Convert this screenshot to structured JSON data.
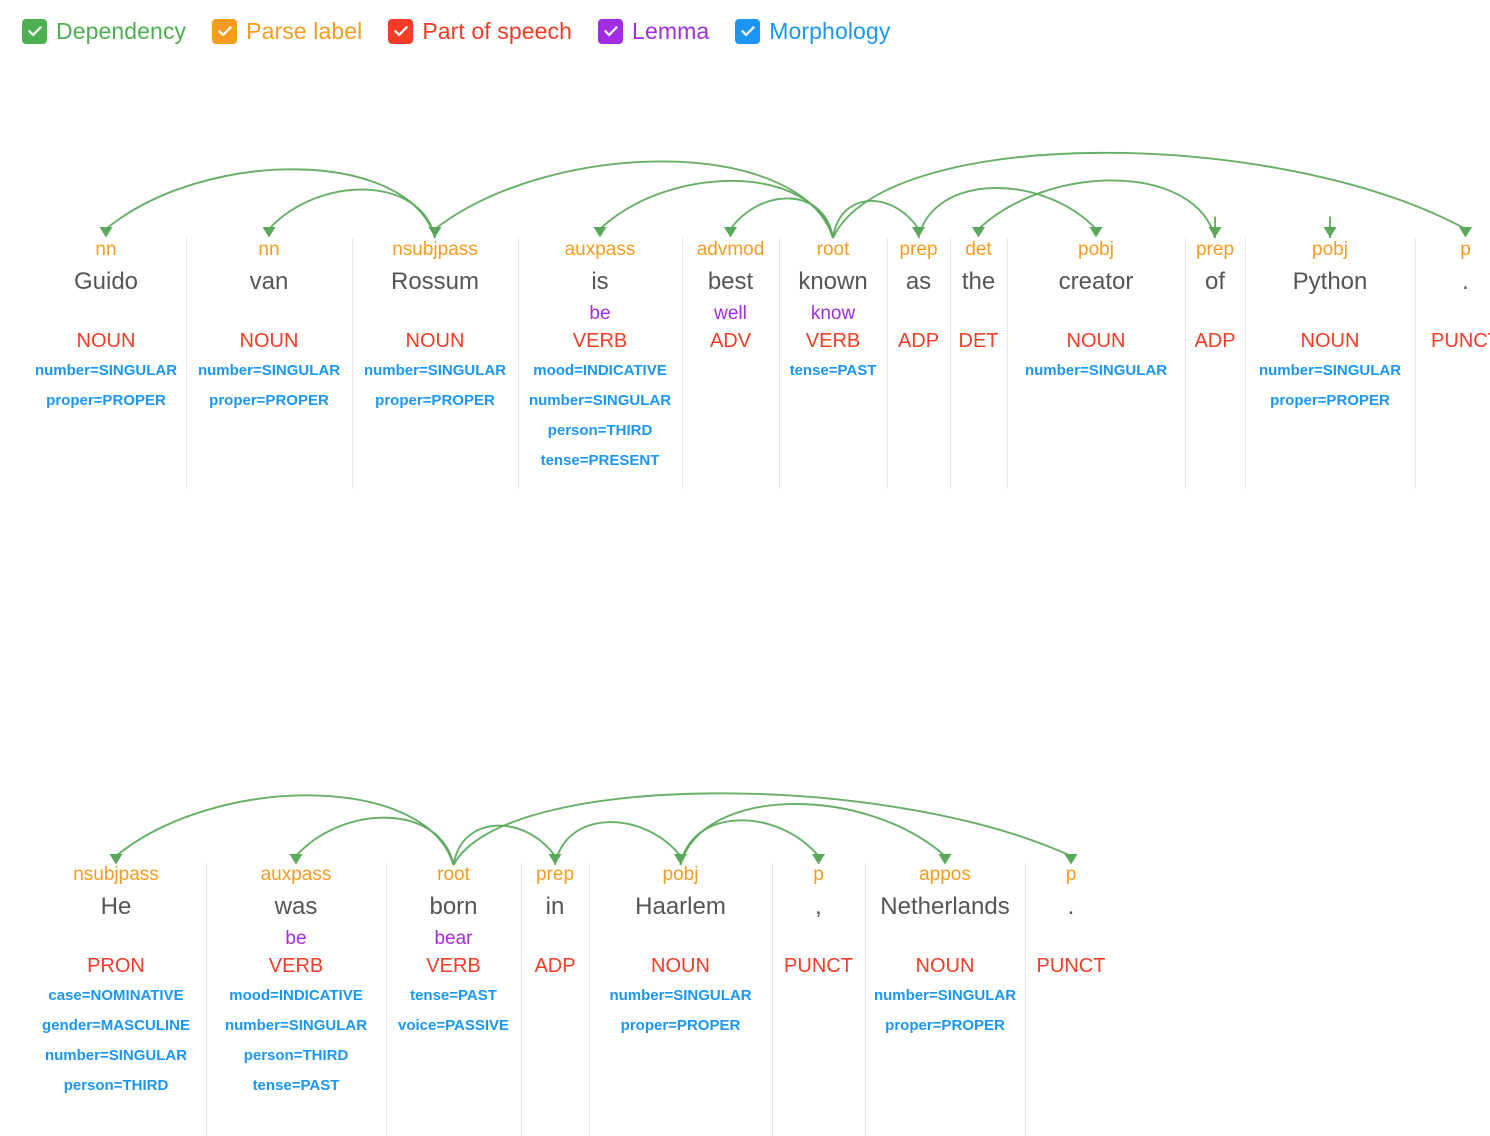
{
  "legend": {
    "items": [
      {
        "label": "Dependency",
        "color": "#4CAF50",
        "icon": "checkbox-checked-icon",
        "checked": true
      },
      {
        "label": "Parse label",
        "color": "#F79B20",
        "icon": "checkbox-checked-icon",
        "checked": true
      },
      {
        "label": "Part of speech",
        "color": "#F23C26",
        "icon": "checkbox-checked-icon",
        "checked": true
      },
      {
        "label": "Lemma",
        "color": "#A32CE0",
        "icon": "checkbox-checked-icon",
        "checked": true
      },
      {
        "label": "Morphology",
        "color": "#1B96F3",
        "icon": "checkbox-checked-icon",
        "checked": true
      }
    ]
  },
  "colors": {
    "dependency_arc": "#5aa85a",
    "parse_label": "#F79B20",
    "word": "#555555",
    "lemma": "#A32CE0",
    "part_of_speech": "#F23C26",
    "morphology": "#1B96F3",
    "divider": "#e8e8e8"
  },
  "sentences": [
    {
      "text": "Guido van Rossum is best known as the creator of Python .",
      "tokens": [
        {
          "dep": "nn",
          "word": "Guido",
          "lemma": "",
          "pos": "NOUN",
          "morph": [
            "number=SINGULAR",
            "proper=PROPER"
          ],
          "width": 160,
          "head": 2
        },
        {
          "dep": "nn",
          "word": "van",
          "lemma": "",
          "pos": "NOUN",
          "morph": [
            "number=SINGULAR",
            "proper=PROPER"
          ],
          "width": 166,
          "head": 2
        },
        {
          "dep": "nsubjpass",
          "word": "Rossum",
          "lemma": "",
          "pos": "NOUN",
          "morph": [
            "number=SINGULAR",
            "proper=PROPER"
          ],
          "width": 166,
          "head": 5
        },
        {
          "dep": "auxpass",
          "word": "is",
          "lemma": "be",
          "pos": "VERB",
          "morph": [
            "mood=INDICATIVE",
            "number=SINGULAR",
            "person=THIRD",
            "tense=PRESENT"
          ],
          "width": 164,
          "head": 5
        },
        {
          "dep": "advmod",
          "word": "best",
          "lemma": "well",
          "pos": "ADV",
          "morph": [],
          "width": 97,
          "head": 5
        },
        {
          "dep": "root",
          "word": "known",
          "lemma": "know",
          "pos": "VERB",
          "morph": [
            "tense=PAST"
          ],
          "width": 108,
          "head": -1
        },
        {
          "dep": "prep",
          "word": "as",
          "lemma": "",
          "pos": "ADP",
          "morph": [],
          "width": 63,
          "head": 5
        },
        {
          "dep": "det",
          "word": "the",
          "lemma": "",
          "pos": "DET",
          "morph": [],
          "width": 57,
          "head": 9
        },
        {
          "dep": "pobj",
          "word": "creator",
          "lemma": "",
          "pos": "NOUN",
          "morph": [
            "number=SINGULAR"
          ],
          "width": 178,
          "head": 6
        },
        {
          "dep": "prep",
          "word": "of",
          "lemma": "",
          "pos": "ADP",
          "morph": [],
          "width": 60,
          "head": 9
        },
        {
          "dep": "pobj",
          "word": "Python",
          "lemma": "",
          "pos": "NOUN",
          "morph": [
            "number=SINGULAR",
            "proper=PROPER"
          ],
          "width": 170,
          "head": 10
        },
        {
          "dep": "p",
          "word": ".",
          "lemma": "",
          "pos": "PUNCT",
          "morph": [],
          "width": 101,
          "head": 5
        }
      ]
    },
    {
      "text": "He was born in Haarlem , Netherlands .",
      "tokens": [
        {
          "dep": "nsubjpass",
          "word": "He",
          "lemma": "",
          "pos": "PRON",
          "morph": [
            "case=NOMINATIVE",
            "gender=MASCULINE",
            "number=SINGULAR",
            "person=THIRD"
          ],
          "width": 180,
          "head": 2
        },
        {
          "dep": "auxpass",
          "word": "was",
          "lemma": "be",
          "pos": "VERB",
          "morph": [
            "mood=INDICATIVE",
            "number=SINGULAR",
            "person=THIRD",
            "tense=PAST"
          ],
          "width": 180,
          "head": 2
        },
        {
          "dep": "root",
          "word": "born",
          "lemma": "bear",
          "pos": "VERB",
          "morph": [
            "tense=PAST",
            "voice=PASSIVE"
          ],
          "width": 135,
          "head": -1
        },
        {
          "dep": "prep",
          "word": "in",
          "lemma": "",
          "pos": "ADP",
          "morph": [],
          "width": 68,
          "head": 2
        },
        {
          "dep": "pobj",
          "word": "Haarlem",
          "lemma": "",
          "pos": "NOUN",
          "morph": [
            "number=SINGULAR",
            "proper=PROPER"
          ],
          "width": 183,
          "head": 3
        },
        {
          "dep": "p",
          "word": ",",
          "lemma": "",
          "pos": "PUNCT",
          "morph": [],
          "width": 93,
          "head": 4
        },
        {
          "dep": "appos",
          "word": "Netherlands",
          "lemma": "",
          "pos": "NOUN",
          "morph": [
            "number=SINGULAR",
            "proper=PROPER"
          ],
          "width": 160,
          "head": 4
        },
        {
          "dep": "p",
          "word": ".",
          "lemma": "",
          "pos": "PUNCT",
          "morph": [],
          "width": 92,
          "head": 2
        }
      ]
    }
  ]
}
